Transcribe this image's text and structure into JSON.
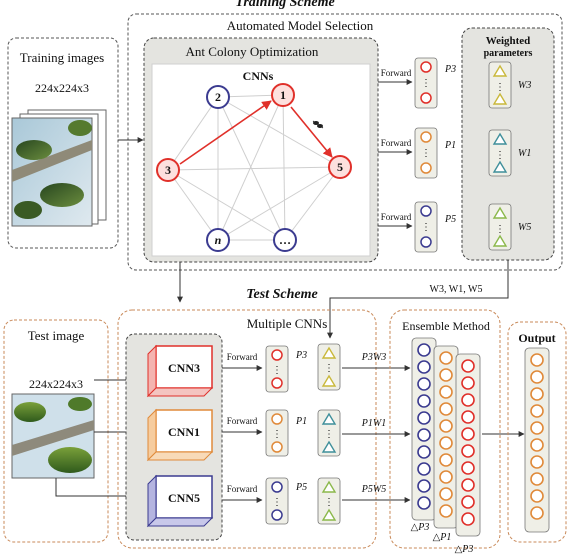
{
  "training": {
    "title": "Training Scheme",
    "images_label": "Training images",
    "image_size": "224x224x3",
    "model_selection_title": "Automated Model Selection",
    "aco_title": "Ant Colony Optimization",
    "cnns_label": "CNNs",
    "nodes": [
      "2",
      "1",
      "3",
      "5",
      "n",
      "…"
    ],
    "forward_label": "Forward",
    "probs": [
      "P3",
      "P1",
      "P5"
    ],
    "weighted_title_1": "Weighted",
    "weighted_title_2": "parameters",
    "weights": [
      "W3",
      "W1",
      "W5"
    ],
    "weights_out": "W3, W1, W5"
  },
  "test": {
    "title": "Test Scheme",
    "image_label": "Test image",
    "image_size": "224x224x3",
    "multiple_cnns_title": "Multiple CNNs",
    "cnn_labels": [
      "CNN3",
      "CNN1",
      "CNN5"
    ],
    "forward_label": "Forward",
    "probs": [
      "P3",
      "P1",
      "P5"
    ],
    "weighted_probs": [
      "P3W3",
      "P1W1",
      "P5W5"
    ],
    "ensemble_title": "Ensemble Method",
    "ensemble_labels": [
      "△P3",
      "△P1",
      "△P3"
    ],
    "output_title": "Output"
  },
  "colors": {
    "red": "#e0302a",
    "navy": "#3b3b90",
    "orange": "#e08a3a",
    "teal": "#3f8f9a",
    "green": "#8bb84a",
    "yellow": "#c9b83a"
  }
}
